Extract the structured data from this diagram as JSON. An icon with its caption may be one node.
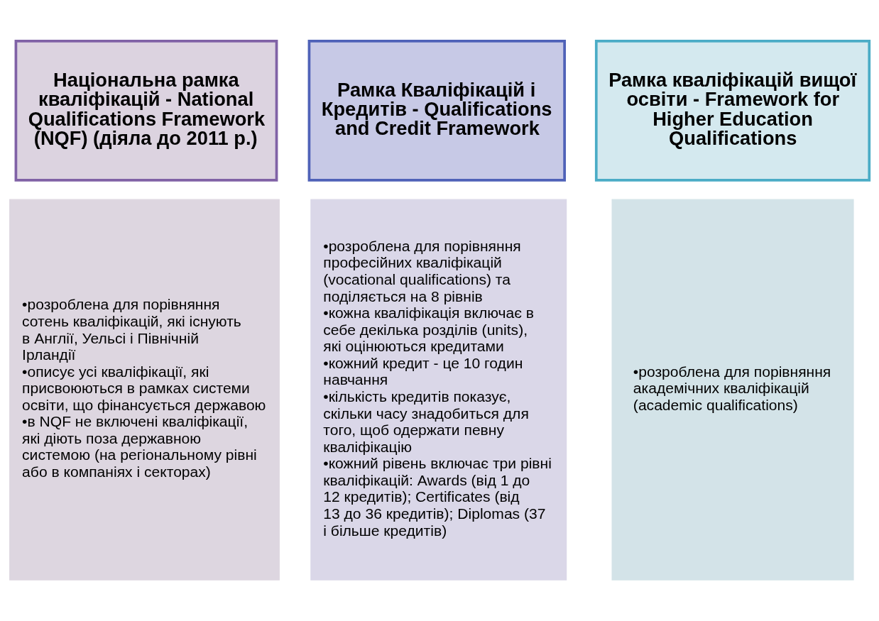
{
  "diagram": {
    "nodes": [
      {
        "text": [
          "Національна рамка кваліфікацій - National Qualifications Framework (NQF) (діяла до 2011 р.)"
        ]
      },
      {
        "text": [
          "Рамка Кваліфікацій і Кредитів - Qualifications and Credit Framework"
        ]
      },
      {
        "text": [
          "Рамка кваліфікацій вищої освіти - Framework for Higher Education Qualifications"
        ]
      },
      {
        "text": [
          "•розроблена для порівняння сотень кваліфікацій, які існують в Англії, Уельсі і Північній Ірландії",
          "•описує усі кваліфікації, які присвоюються в рамках системи освіти, що фінансується державою",
          "•в NQF не включені кваліфікації, які діють поза державною системою (на регіональному рівні або в компаніях і секторах)"
        ]
      },
      {
        "text": [
          "•розроблена для порівняння професійних кваліфікацій (vocational qualifications) та поділяється на 8 рівнів",
          "•кожна кваліфікація включає в себе декілька розділів (units), які оцінюються кредитами",
          "•кожний кредит - це 10 годин навчання",
          "•кількість кредитів показує, скільки часу знадобиться для того, щоб одержати певну кваліфікацію",
          "•кожний рівень включає три рівні кваліфікацій: Awards (від 1 до 12 кредитів); Certificates (від 13 до 36 кредитів); Diplomas (37 і більше кредитів)"
        ]
      },
      {
        "text": [
          "•розроблена для порівняння академічних кваліфікацій (academic qualifications)"
        ]
      }
    ],
    "edges": []
  }
}
